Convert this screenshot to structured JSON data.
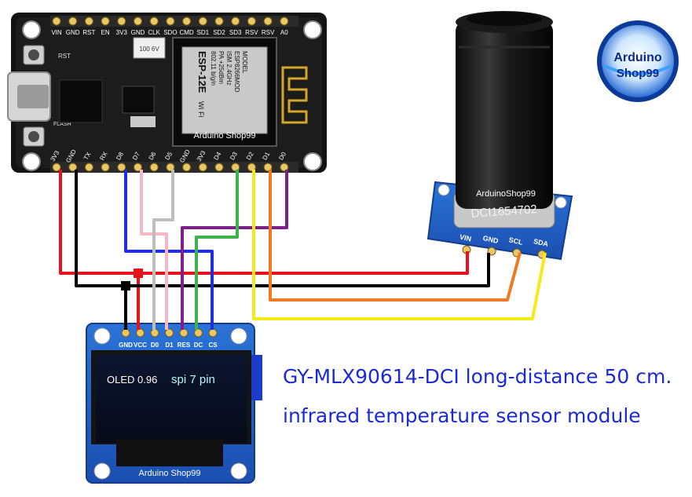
{
  "nodemcu": {
    "top_pins": [
      "VIN",
      "GND",
      "RST",
      "EN",
      "3V3",
      "GND",
      "CLK",
      "SDO",
      "CMD",
      "SD1",
      "SD2",
      "SD3",
      "RSV",
      "RSV",
      "A0"
    ],
    "bottom_pins": [
      "3V3",
      "GND",
      "TX",
      "RX",
      "D8",
      "D7",
      "D6",
      "D5",
      "GND",
      "3V3",
      "D4",
      "D3",
      "D2",
      "D1",
      "D0"
    ],
    "button_rst": "RST",
    "button_flash": "FLASH",
    "watermark": "Arduino Shop99",
    "module_lines": [
      "MODEL",
      "ESP8266MOD",
      "ISM 2.4GHz",
      "PA +25dBm",
      "802.11 b/g/n"
    ],
    "module_brand": "ESP-12E",
    "wifi_logo": "Wi Fi",
    "cap_text": "100 6V"
  },
  "sensor": {
    "label": "DCI1654702",
    "pins": [
      "VIN",
      "GND",
      "SCL",
      "SDA"
    ],
    "watermark": "ArduinoShop99"
  },
  "oled": {
    "pins": [
      "GND",
      "VCC",
      "D0",
      "D1",
      "RES",
      "DC",
      "CS"
    ],
    "screen_text_1": "OLED 0.96",
    "screen_text_2": "spi 7 pin",
    "watermark": "Arduino Shop99"
  },
  "logo": {
    "line1": "Arduino",
    "line2": "Shop99"
  },
  "caption": {
    "line1": "GY-MLX90614-DCI long-distance 50 cm.",
    "line2": "infrared temperature sensor module"
  },
  "colors": {
    "wire_red": "#e8131a",
    "wire_black": "#000000",
    "wire_blue": "#1d2fe0",
    "wire_pink": "#f7b8c6",
    "wire_gray": "#bdbdbd",
    "wire_green": "#3cb44b",
    "wire_yellow": "#f6ea1a",
    "wire_orange": "#f07a24",
    "wire_purple": "#7e1f8a",
    "caption": "#1a2ad6"
  }
}
